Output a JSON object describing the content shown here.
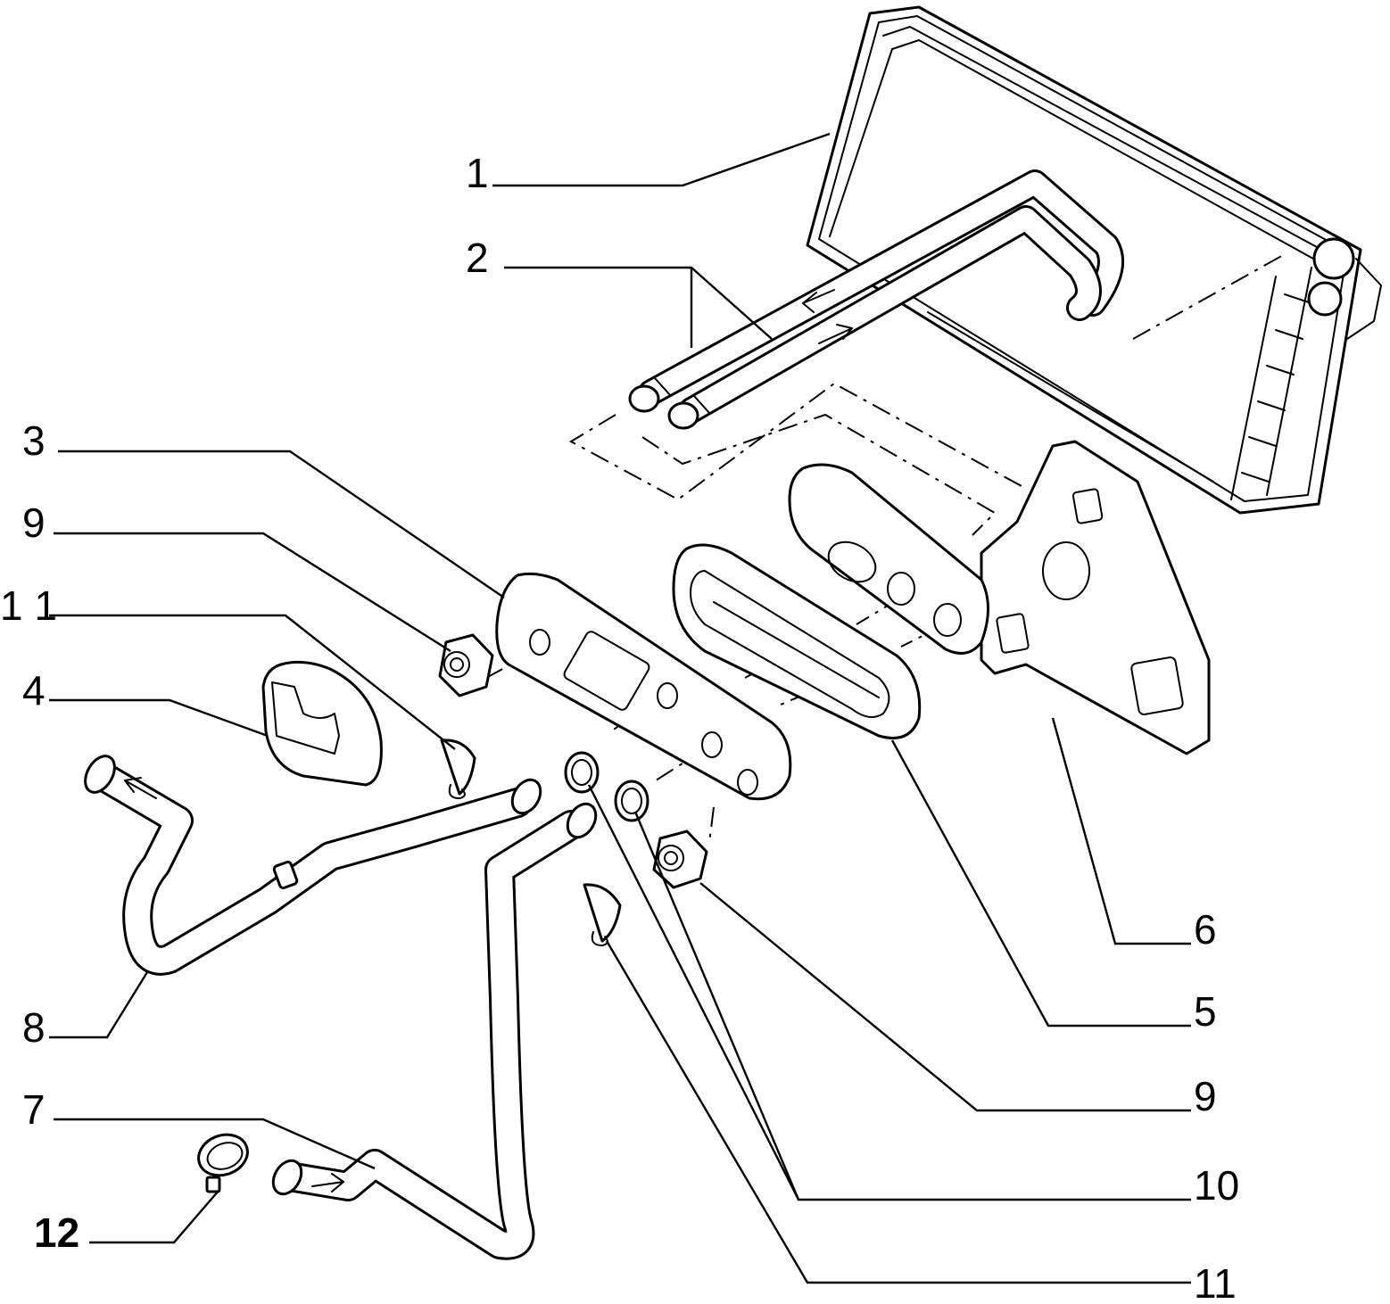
{
  "diagram": {
    "callouts": [
      {
        "id": "c1",
        "label": "1"
      },
      {
        "id": "c2",
        "label": "2"
      },
      {
        "id": "c3",
        "label": "3"
      },
      {
        "id": "c9a",
        "label": "9"
      },
      {
        "id": "c11a",
        "label": "1 1"
      },
      {
        "id": "c4",
        "label": "4"
      },
      {
        "id": "c8",
        "label": "8"
      },
      {
        "id": "c7",
        "label": "7"
      },
      {
        "id": "c12",
        "label": "12"
      },
      {
        "id": "c6",
        "label": "6"
      },
      {
        "id": "c5",
        "label": "5"
      },
      {
        "id": "c9b",
        "label": "9"
      },
      {
        "id": "c10",
        "label": "10"
      },
      {
        "id": "c11b",
        "label": "11"
      }
    ]
  }
}
